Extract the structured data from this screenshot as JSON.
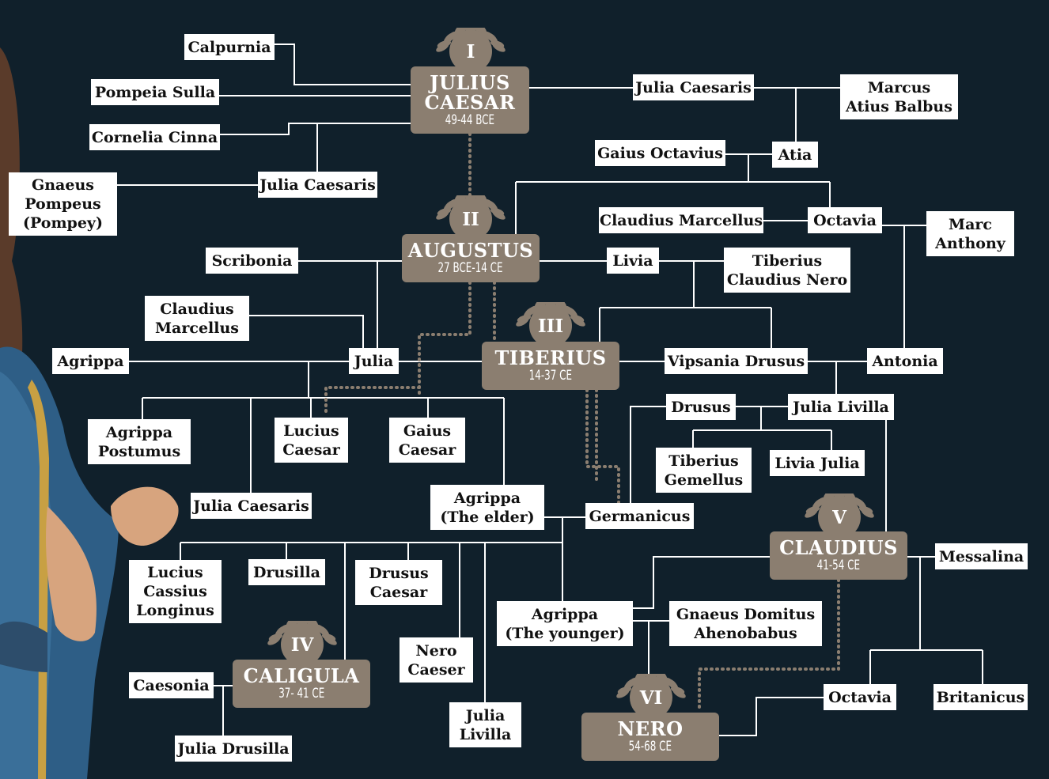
{
  "colors": {
    "background": "#10202b",
    "emperor_box": "#8b7e70",
    "person_box": "#ffffff",
    "line": "#ffffff",
    "dotted_line": "#8b7e70"
  },
  "emperors": {
    "julius_caesar": {
      "numeral": "I",
      "name": [
        "JULIUS",
        "CAESAR"
      ],
      "dates": "49-44 BCE"
    },
    "augustus": {
      "numeral": "II",
      "name": [
        "AUGUSTUS"
      ],
      "dates": "27 BCE-14 CE"
    },
    "tiberius": {
      "numeral": "III",
      "name": [
        "TIBERIUS"
      ],
      "dates": "14-37 CE"
    },
    "caligula": {
      "numeral": "IV",
      "name": [
        "CALIGULA"
      ],
      "dates": "37- 41 CE"
    },
    "claudius": {
      "numeral": "V",
      "name": [
        "CLAUDIUS"
      ],
      "dates": "41-54 CE"
    },
    "nero": {
      "numeral": "VI",
      "name": [
        "NERO"
      ],
      "dates": "54-68 CE"
    }
  },
  "people": {
    "calpurnia": [
      "Calpurnia"
    ],
    "pompeia_sulla": [
      "Pompeia Sulla"
    ],
    "cornelia_cinna": [
      "Cornelia Cinna"
    ],
    "gnaeus_pompeus": [
      "Gnaeus",
      "Pompeus",
      "(Pompey)"
    ],
    "julia_caesaris_1": [
      "Julia Caesaris"
    ],
    "julia_caesaris_2": [
      "Julia Caesaris"
    ],
    "marcus_atius_balbus": [
      "Marcus",
      "Atius Balbus"
    ],
    "gaius_octavius": [
      "Gaius Octavius"
    ],
    "atia": [
      "Atia"
    ],
    "claudius_marcellus_1": [
      "Claudius Marcellus"
    ],
    "octavia_1": [
      "Octavia"
    ],
    "marc_anthony": [
      "Marc",
      "Anthony"
    ],
    "scribonia": [
      "Scribonia"
    ],
    "livia": [
      "Livia"
    ],
    "tiberius_claudius_nero": [
      "Tiberius",
      "Claudius Nero"
    ],
    "claudius_marcellus_2": [
      "Claudius",
      "Marcellus"
    ],
    "agrippa": [
      "Agrippa"
    ],
    "julia": [
      "Julia"
    ],
    "vipsania_drusus": [
      "Vipsania Drusus"
    ],
    "antonia": [
      "Antonia"
    ],
    "drusus": [
      "Drusus"
    ],
    "julia_livilla_1": [
      "Julia Livilla"
    ],
    "agrippa_postumus": [
      "Agrippa",
      "Postumus"
    ],
    "lucius_caesar": [
      "Lucius",
      "Caesar"
    ],
    "gaius_caesar": [
      "Gaius",
      "Caesar"
    ],
    "tiberius_gemellus": [
      "Tiberius",
      "Gemellus"
    ],
    "livia_julia": [
      "Livia Julia"
    ],
    "julia_caesaris_3": [
      "Julia Caesaris"
    ],
    "agrippa_elder": [
      "Agrippa",
      "(The elder)"
    ],
    "germanicus": [
      "Germanicus"
    ],
    "lucius_cassius_longinus": [
      "Lucius",
      "Cassius",
      "Longinus"
    ],
    "drusilla": [
      "Drusilla"
    ],
    "drusus_caesar": [
      "Drusus",
      "Caesar"
    ],
    "messalina": [
      "Messalina"
    ],
    "agrippa_younger": [
      "Agrippa",
      "(The younger)"
    ],
    "gnaeus_domitus": [
      "Gnaeus Domitus",
      "Ahenobabus"
    ],
    "nero_caeser": [
      "Nero",
      "Caeser"
    ],
    "caesonia": [
      "Caesonia"
    ],
    "julia_livilla_2": [
      "Julia",
      "Livilla"
    ],
    "octavia_2": [
      "Octavia"
    ],
    "britanicus": [
      "Britanicus"
    ],
    "julia_drusilla": [
      "Julia Drusilla"
    ]
  }
}
